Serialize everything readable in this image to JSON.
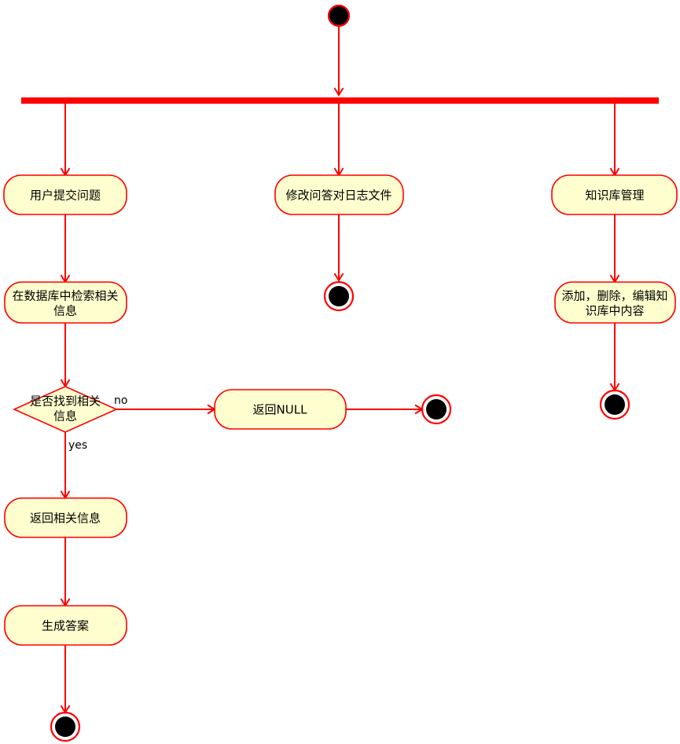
{
  "diagram": {
    "type": "uml-activity-diagram",
    "background_color": "#FFFFFF",
    "node_fill_color": "#FEFECE",
    "node_stroke_color": "#FF0000",
    "edge_color": "#FF0000",
    "text_color": "#000000",
    "start_node": {
      "name": "start"
    },
    "fork": {
      "name": "fork-bar"
    },
    "activities": {
      "user_submit_question": "用户提交问题",
      "search_database": "在数据库中检索相关\n信息",
      "search_database_line1": "在数据库中检索相关",
      "search_database_line2": "信息",
      "return_related_info": "返回相关信息",
      "generate_answer": "生成答案",
      "return_null": "返回NULL",
      "modify_qa_log": "修改问答对日志文件",
      "kb_management": "知识库管理",
      "kb_edit_content_line1": "添加，删除，编辑知",
      "kb_edit_content_line2": "识库中内容"
    },
    "decision": {
      "label_line1": "是否找到相关",
      "label_line2": "信息",
      "branch_no": "no",
      "branch_yes": "yes"
    },
    "end_nodes": [
      {
        "name": "end-middle-branch"
      },
      {
        "name": "end-null-branch"
      },
      {
        "name": "end-kb-branch"
      },
      {
        "name": "end-main-branch"
      }
    ]
  }
}
